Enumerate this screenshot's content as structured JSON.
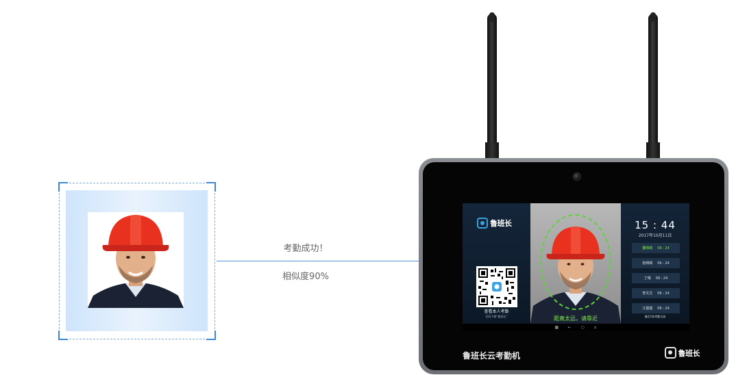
{
  "result": {
    "title": "考勤成功！",
    "similarity": "相似度90%"
  },
  "device": {
    "name": "鲁班长云考勤机",
    "logo_text": "鲁班长"
  },
  "screen": {
    "logo_text": "鲁班长",
    "qr_caption": "查看本人考勤",
    "qr_sub": "扫码下载“鲁班长”",
    "distance_hint": "距离太远，请靠近",
    "clock": "15 : 44",
    "date": "2017年10月11日",
    "records": [
      {
        "name": "董晴晴",
        "time": "09 : 24"
      },
      {
        "name": "张晴晴",
        "time": "09 : 24"
      },
      {
        "name": "丁晴",
        "time": "09 : 24"
      },
      {
        "name": "李文文",
        "time": "09 : 24"
      },
      {
        "name": "江悠悠",
        "time": "09 : 24"
      }
    ],
    "records_link": "最近5条考勤记录"
  },
  "colors": {
    "accent": "#3d86d6",
    "success": "#7ef047",
    "helmet": "#e8311f"
  }
}
